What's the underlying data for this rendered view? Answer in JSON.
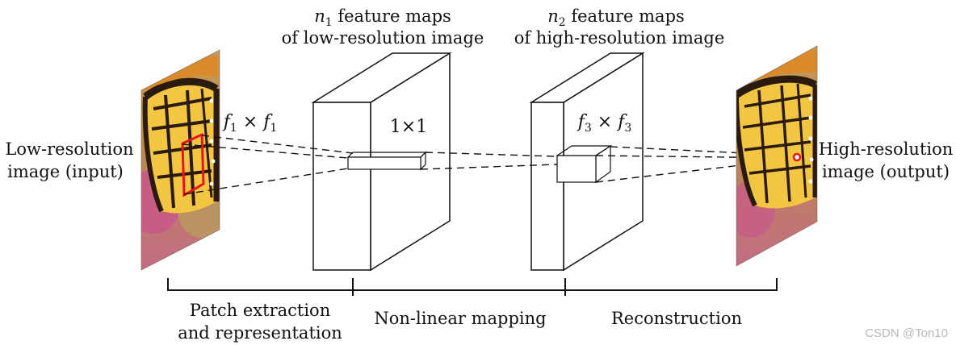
{
  "labels": {
    "input_line1": "Low-resolution",
    "input_line2": "image (input)",
    "output_line1": "High-resolution",
    "output_line2": "image (output)",
    "map1_line1_var": "n",
    "map1_line1_sub": "1",
    "map1_line1_rest": " feature maps",
    "map1_line2": "of low-resolution image",
    "map2_line1_var": "n",
    "map2_line1_sub": "2",
    "map2_line1_rest": " feature maps",
    "map2_line2": "of high-resolution image",
    "filter1_var": "f",
    "filter1_sub": "1",
    "filter1_times": " × ",
    "filter1_var2": "f",
    "filter1_sub2": "1",
    "filter2": "1×1",
    "filter3_var": "f",
    "filter3_sub": "3",
    "filter3_times": " × ",
    "filter3_var2": "f",
    "filter3_sub2": "3",
    "stage1_line1": "Patch extraction",
    "stage1_line2": "and representation",
    "stage2": "Non-linear mapping",
    "stage3": "Reconstruction"
  },
  "watermark": "CSDN @Ton10",
  "colors": {
    "patch_highlight": "#e8151b",
    "wing_yellow": "#f2c542",
    "wing_black": "#2a1a10",
    "wing_orange": "#d98a2a",
    "background_pink": "#c85a86",
    "line": "#111111"
  }
}
